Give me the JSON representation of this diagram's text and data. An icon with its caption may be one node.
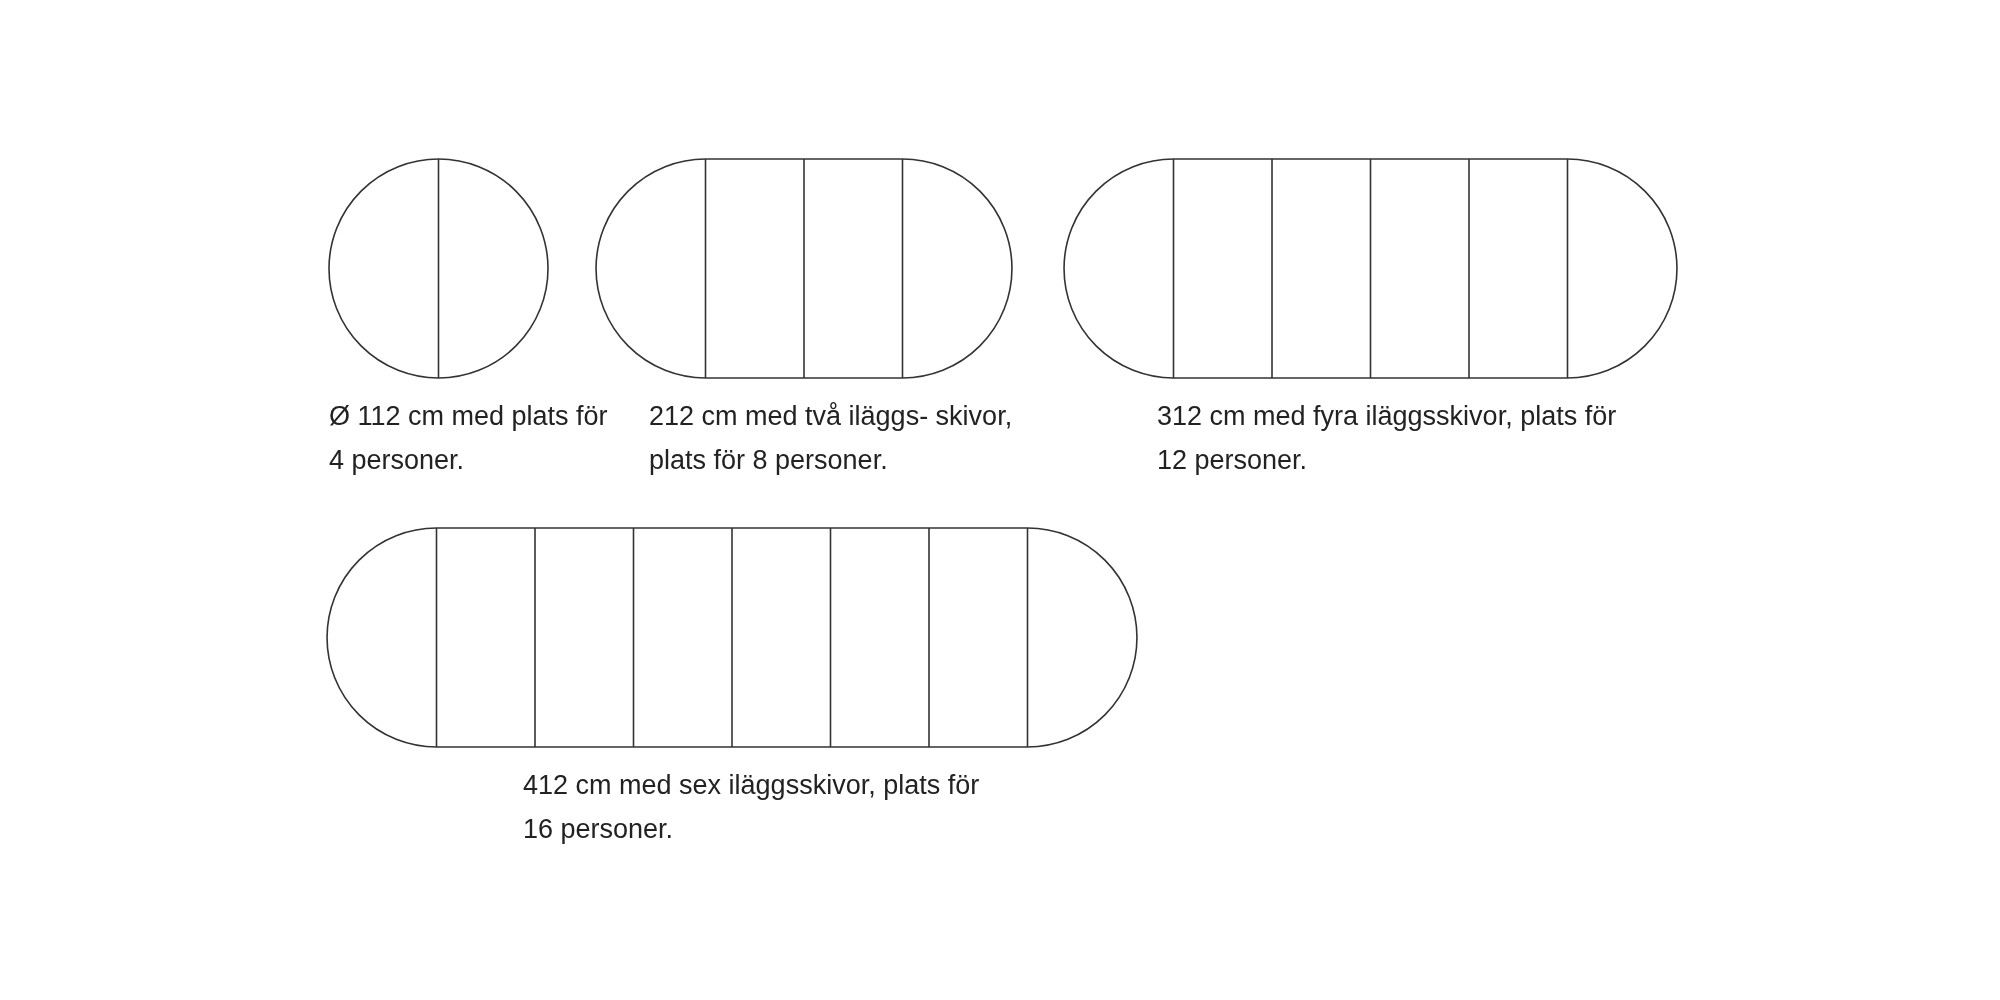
{
  "diagram": {
    "nodes": [
      {
        "text": [],
        "shape": "circle",
        "beside": [
          "Ø 112 cm med plats för 4 personer."
        ]
      },
      {
        "text": [],
        "shape": "oval",
        "beside": [
          "212 cm med två iläggs- skivor, plats för 8 personer."
        ]
      },
      {
        "text": [],
        "shape": "oval",
        "beside": [
          "312 cm med fyra iläggsskivor, plats för 12 personer."
        ]
      },
      {
        "text": [],
        "shape": "oval",
        "beside": [
          "412 cm med sex iläggsskivor, plats för 16 personer."
        ]
      }
    ]
  }
}
